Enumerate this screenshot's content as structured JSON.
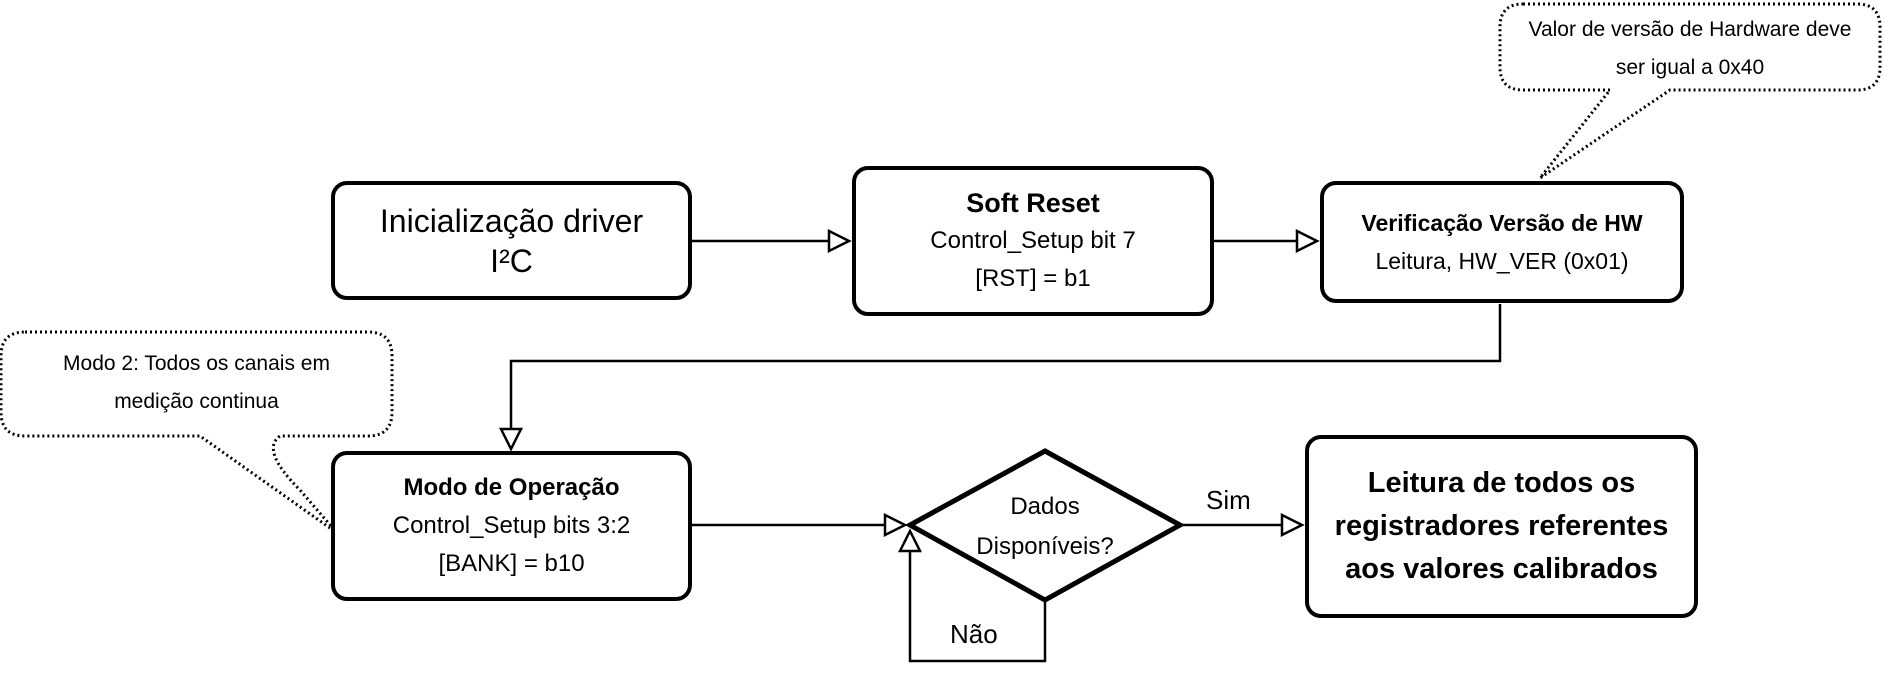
{
  "nodes": {
    "init_i2c": {
      "lines": [
        "Inicialização driver",
        "I²C"
      ]
    },
    "soft_reset": {
      "title": "Soft Reset",
      "lines": [
        "Control_Setup bit 7",
        "[RST] = b1"
      ]
    },
    "hw_check": {
      "title": "Verificação Versão de HW",
      "lines": [
        "Leitura, HW_VER (0x01)"
      ]
    },
    "op_mode": {
      "title": "Modo de Operação",
      "lines": [
        "Control_Setup bits 3:2",
        "[BANK] = b10"
      ]
    },
    "data_ready": {
      "lines": [
        "Dados",
        "Disponíveis?"
      ]
    },
    "read_all": {
      "lines": [
        "Leitura de todos os",
        "registradores referentes",
        "aos valores calibrados"
      ]
    }
  },
  "edge_labels": {
    "yes": "Sim",
    "no": "Não"
  },
  "callouts": {
    "hw_note": {
      "lines": [
        "Valor de versão de Hardware deve",
        "ser igual a 0x40"
      ]
    },
    "mode_note": {
      "lines": [
        "Modo 2: Todos os canais em",
        "medição continua"
      ]
    }
  }
}
